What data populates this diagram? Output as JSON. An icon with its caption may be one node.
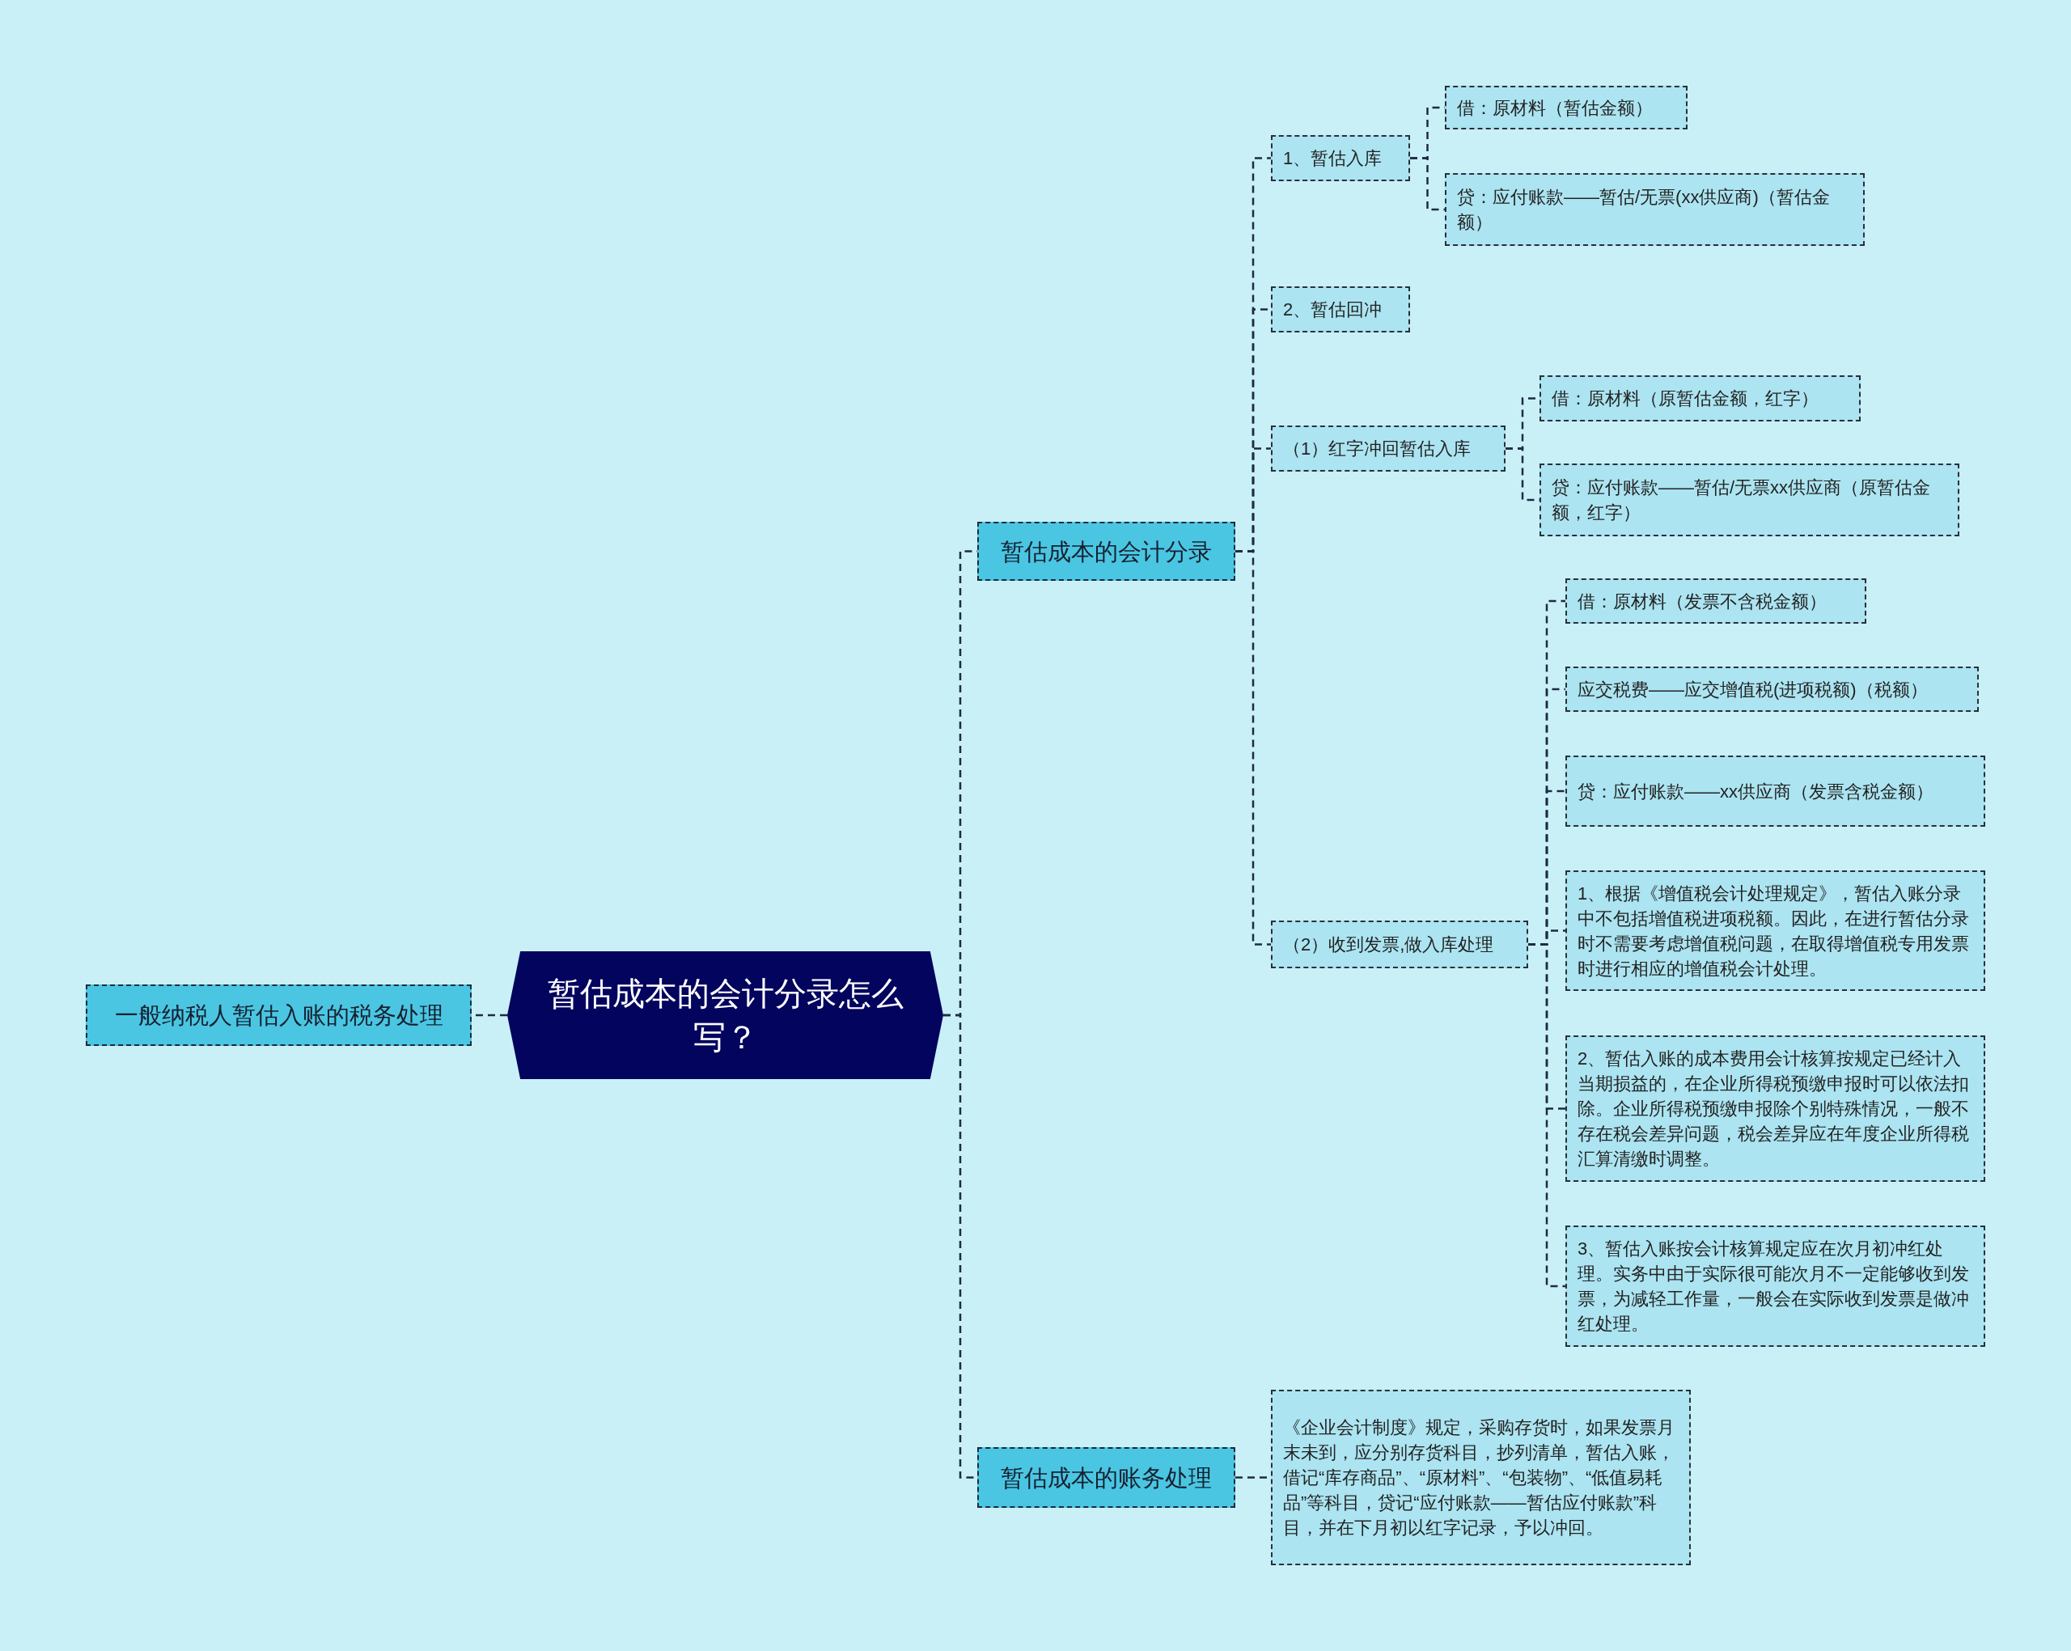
{
  "diagram": {
    "nodes": [
      {
        "text": [
          "暂估成本的会计分录怎么写？"
        ]
      },
      {
        "text": [
          "一般纳税人暂估入账的税务处理"
        ]
      },
      {
        "text": [
          "暂估成本的会计分录"
        ]
      },
      {
        "text": [
          "1、暂估入库"
        ]
      },
      {
        "text": [
          "借：原材料（暂估金额）"
        ]
      },
      {
        "text": [
          "贷：应付账款——暂估/无票(xx供应商)（暂估金额）"
        ]
      },
      {
        "text": [
          "2、暂估回冲"
        ]
      },
      {
        "text": [
          "（1）红字冲回暂估入库"
        ]
      },
      {
        "text": [
          "借：原材料（原暂估金额，红字）"
        ]
      },
      {
        "text": [
          "贷：应付账款——暂估/无票xx供应商（原暂估金额，红字）"
        ]
      },
      {
        "text": [
          "（2）收到发票,做入库处理"
        ]
      },
      {
        "text": [
          "借：原材料（发票不含税金额）"
        ]
      },
      {
        "text": [
          "应交税费——应交增值税(进项税额)（税额）"
        ]
      },
      {
        "text": [
          "贷：应付账款——xx供应商（发票含税金额）"
        ]
      },
      {
        "text": [
          "1、根据《增值税会计处理规定》，暂估入账分录中不包括增值税进项税额。因此，在进行暂估分录时不需要考虑增值税问题，在取得增值税专用发票时进行相应的增值税会计处理。"
        ]
      },
      {
        "text": [
          "2、暂估入账的成本费用会计核算按规定已经计入当期损益的，在企业所得税预缴申报时可以依法扣除。企业所得税预缴申报除个别特殊情况，一般不存在税会差异问题，税会差异应在年度企业所得税汇算清缴时调整。"
        ]
      },
      {
        "text": [
          "3、暂估入账按会计核算规定应在次月初冲红处理。实务中由于实际很可能次月不一定能够收到发票，为减轻工作量，一般会在实际收到发票是做冲红处理。"
        ]
      },
      {
        "text": [
          "暂估成本的账务处理"
        ]
      },
      {
        "text": [
          "《企业会计制度》规定，采购存货时，如果发票月末未到，应分别存货科目，抄列清单，暂估入账，借记“库存商品”、“原材料”、“包装物”、“低值易耗品”等科目，贷记“应付账款——暂估应付账款”科目，并在下月初以红字记录，予以冲回。"
        ]
      }
    ],
    "edges": [
      {
        "from": 0,
        "to": 1,
        "arrow": "none"
      },
      {
        "from": 0,
        "to": 2,
        "arrow": "none"
      },
      {
        "from": 2,
        "to": 3,
        "arrow": "none"
      },
      {
        "from": 3,
        "to": 4,
        "arrow": "none"
      },
      {
        "from": 3,
        "to": 5,
        "arrow": "none"
      },
      {
        "from": 2,
        "to": 6,
        "arrow": "none"
      },
      {
        "from": 2,
        "to": 7,
        "arrow": "none"
      },
      {
        "from": 7,
        "to": 8,
        "arrow": "none"
      },
      {
        "from": 7,
        "to": 9,
        "arrow": "none"
      },
      {
        "from": 2,
        "to": 10,
        "arrow": "none"
      },
      {
        "from": 10,
        "to": 11,
        "arrow": "none"
      },
      {
        "from": 10,
        "to": 12,
        "arrow": "none"
      },
      {
        "from": 10,
        "to": 13,
        "arrow": "none"
      },
      {
        "from": 10,
        "to": 14,
        "arrow": "none"
      },
      {
        "from": 10,
        "to": 15,
        "arrow": "none"
      },
      {
        "from": 10,
        "to": 16,
        "arrow": "none"
      },
      {
        "from": 0,
        "to": 17,
        "arrow": "none"
      },
      {
        "from": 17,
        "to": 18,
        "arrow": "none"
      }
    ]
  }
}
